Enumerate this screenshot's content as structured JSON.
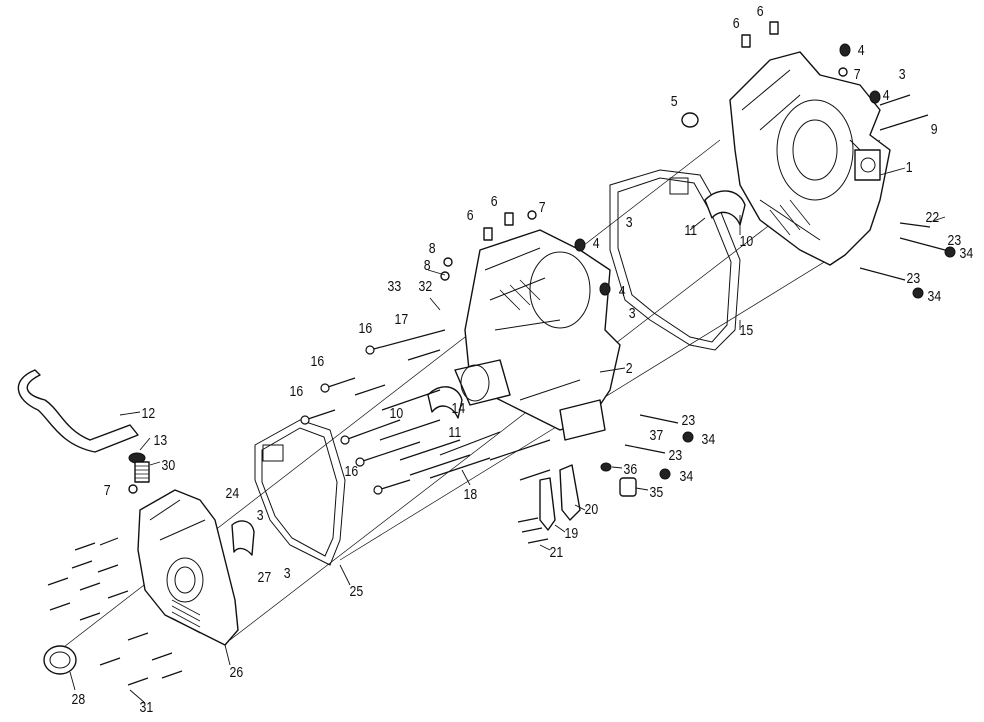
{
  "callouts": [
    {
      "id": "c1",
      "text": "1"
    },
    {
      "id": "c2",
      "text": "2"
    },
    {
      "id": "c3a",
      "text": "3"
    },
    {
      "id": "c3b",
      "text": "3"
    },
    {
      "id": "c3c",
      "text": "3"
    },
    {
      "id": "c3d",
      "text": "3"
    },
    {
      "id": "c3e",
      "text": "3"
    },
    {
      "id": "c4a",
      "text": "4"
    },
    {
      "id": "c4b",
      "text": "4"
    },
    {
      "id": "c4c",
      "text": "4"
    },
    {
      "id": "c4d",
      "text": "4"
    },
    {
      "id": "c5",
      "text": "5"
    },
    {
      "id": "c6a",
      "text": "6"
    },
    {
      "id": "c6b",
      "text": "6"
    },
    {
      "id": "c6c",
      "text": "6"
    },
    {
      "id": "c6d",
      "text": "6"
    },
    {
      "id": "c7a",
      "text": "7"
    },
    {
      "id": "c7b",
      "text": "7"
    },
    {
      "id": "c7c",
      "text": "7"
    },
    {
      "id": "c8a",
      "text": "8"
    },
    {
      "id": "c8b",
      "text": "8"
    },
    {
      "id": "c9",
      "text": "9"
    },
    {
      "id": "c10a",
      "text": "10"
    },
    {
      "id": "c10b",
      "text": "10"
    },
    {
      "id": "c11a",
      "text": "11"
    },
    {
      "id": "c11b",
      "text": "11"
    },
    {
      "id": "c12",
      "text": "12"
    },
    {
      "id": "c13",
      "text": "13"
    },
    {
      "id": "c14",
      "text": "14"
    },
    {
      "id": "c15",
      "text": "15"
    },
    {
      "id": "c16a",
      "text": "16"
    },
    {
      "id": "c16b",
      "text": "16"
    },
    {
      "id": "c16c",
      "text": "16"
    },
    {
      "id": "c16d",
      "text": "16"
    },
    {
      "id": "c17",
      "text": "17"
    },
    {
      "id": "c18",
      "text": "18"
    },
    {
      "id": "c19",
      "text": "19"
    },
    {
      "id": "c20",
      "text": "20"
    },
    {
      "id": "c21",
      "text": "21"
    },
    {
      "id": "c22",
      "text": "22"
    },
    {
      "id": "c23a",
      "text": "23"
    },
    {
      "id": "c23b",
      "text": "23"
    },
    {
      "id": "c23c",
      "text": "23"
    },
    {
      "id": "c23d",
      "text": "23"
    },
    {
      "id": "c24",
      "text": "24"
    },
    {
      "id": "c25",
      "text": "25"
    },
    {
      "id": "c26",
      "text": "26"
    },
    {
      "id": "c27",
      "text": "27"
    },
    {
      "id": "c28",
      "text": "28"
    },
    {
      "id": "c30",
      "text": "30"
    },
    {
      "id": "c31",
      "text": "31"
    },
    {
      "id": "c32",
      "text": "32"
    },
    {
      "id": "c33",
      "text": "33"
    },
    {
      "id": "c34a",
      "text": "34"
    },
    {
      "id": "c34b",
      "text": "34"
    },
    {
      "id": "c34c",
      "text": "34"
    },
    {
      "id": "c34d",
      "text": "34"
    },
    {
      "id": "c35",
      "text": "35"
    },
    {
      "id": "c36",
      "text": "36"
    },
    {
      "id": "c37",
      "text": "37"
    }
  ]
}
